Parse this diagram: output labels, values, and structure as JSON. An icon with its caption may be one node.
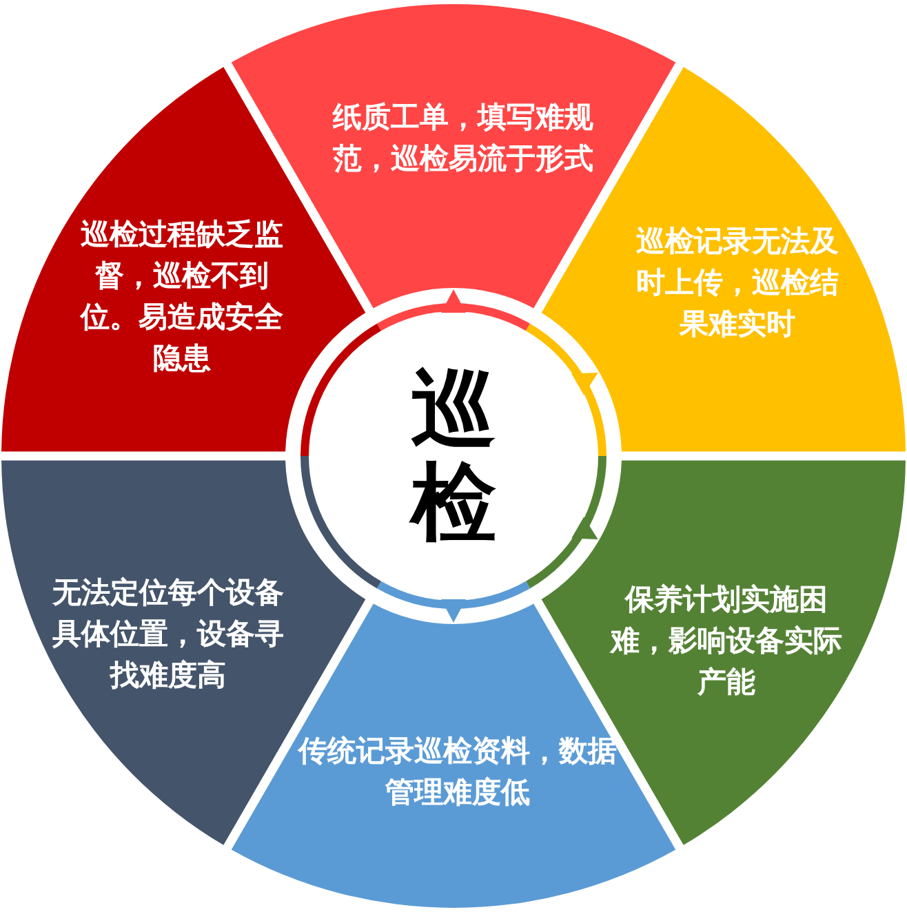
{
  "diagram": {
    "nodes": [
      {
        "text": [
          "纸质工单，填写难规范，巡检易流于形式"
        ]
      },
      {
        "text": [
          "巡检记录无法及时上传，巡检结果难实时"
        ]
      },
      {
        "text": [
          "保养计划实施困难，影响设备实际产能"
        ]
      },
      {
        "text": [
          "传统记录巡检资料，数据管理难度低"
        ]
      },
      {
        "text": [
          "无法定位每个设备具体位置，设备寻找难度高"
        ]
      },
      {
        "text": [
          "巡检过程缺乏监督，巡检不到位。易造成安全隐患"
        ]
      },
      {
        "text": [
          "巡检"
        ]
      }
    ]
  }
}
